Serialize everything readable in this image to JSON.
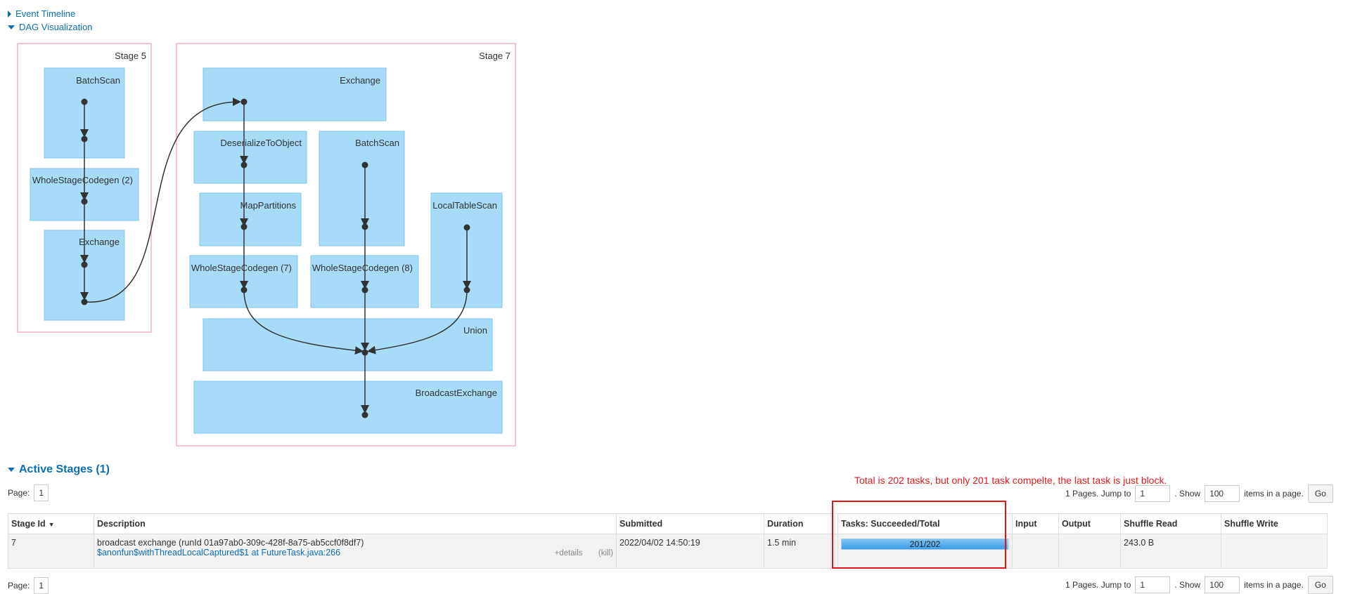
{
  "nav": {
    "event_timeline": "Event Timeline",
    "dag_visualization": "DAG Visualization"
  },
  "dag": {
    "stage5": {
      "label": "Stage 5",
      "ops": [
        "BatchScan",
        "WholeStageCodegen (2)",
        "Exchange"
      ]
    },
    "stage7": {
      "label": "Stage 7",
      "ops": [
        "Exchange",
        "DeserializeToObject",
        "BatchScan",
        "MapPartitions",
        "LocalTableScan",
        "WholeStageCodegen (7)",
        "WholeStageCodegen (8)",
        "Union",
        "BroadcastExchange"
      ]
    }
  },
  "active_stages": {
    "title": "Active Stages (1)",
    "annotation": "Total is 202 tasks, but only 201 task compelte, the last task is just block.",
    "pagination": {
      "page_label": "Page:",
      "page_value": "1",
      "pages_text": "1 Pages. Jump to",
      "jump_value": "1",
      "show_text": ". Show",
      "show_value": "100",
      "items_text": "items in a page.",
      "go": "Go"
    },
    "columns": [
      "Stage Id",
      "Description",
      "Submitted",
      "Duration",
      "Tasks: Succeeded/Total",
      "Input",
      "Output",
      "Shuffle Read",
      "Shuffle Write"
    ],
    "rows": [
      {
        "stage_id": "7",
        "description": "broadcast exchange (runId 01a97ab0-309c-428f-8a75-ab5ccf0f8df7)",
        "callsite": "$anonfun$withThreadLocalCaptured$1 at FutureTask.java:266",
        "details": "+details",
        "kill": "(kill)",
        "submitted": "2022/04/02 14:50:19",
        "duration": "1.5 min",
        "tasks_text": "201/202",
        "tasks_succeeded": 201,
        "tasks_total": 202,
        "input": "",
        "output": "",
        "shuffle_read": "243.0 B",
        "shuffle_write": ""
      }
    ]
  },
  "colors": {
    "link": "#0b6fb7",
    "op_fill": "#a6dcf7",
    "stage_border": "#f2a3b8",
    "annotation": "#e8191c"
  }
}
